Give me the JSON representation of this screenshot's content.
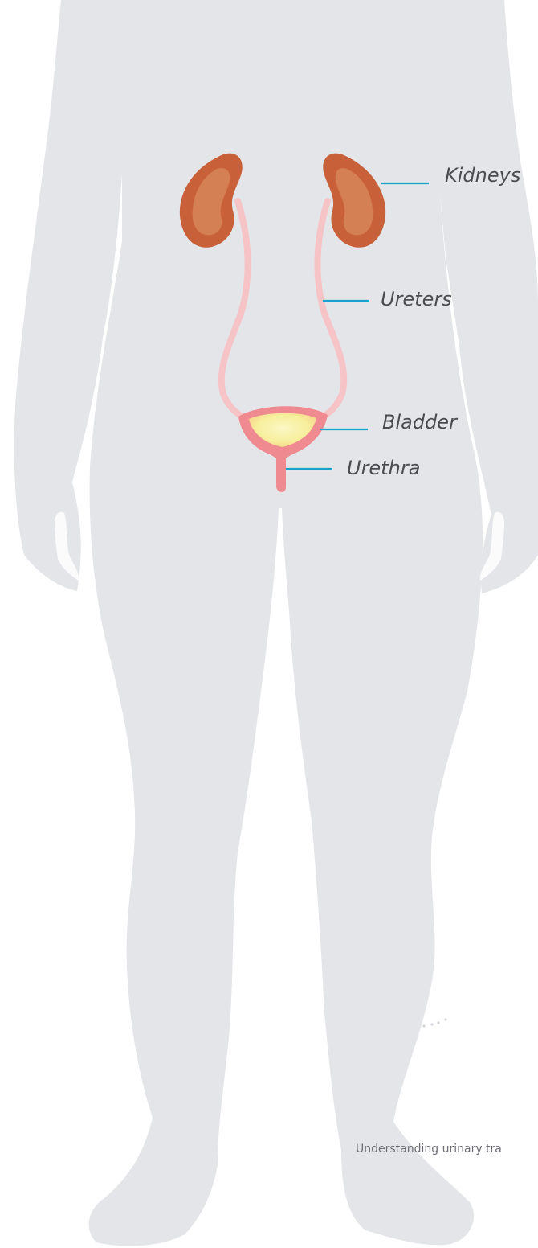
{
  "diagram": {
    "labels": {
      "kidneys": "Kidneys",
      "ureters": "Ureters",
      "bladder": "Bladder",
      "urethra": "Urethra"
    },
    "caption": "Understanding urinary tra",
    "colors": {
      "body": "#e4e5e9",
      "kidney": "#c8613a",
      "kidney_highlight": "#da8a5e",
      "ureter": "#f6c4c6",
      "bladder": "#ef8b90",
      "bladder_fill": "#f9f0a6",
      "leader_line": "#1aa3c9"
    }
  }
}
